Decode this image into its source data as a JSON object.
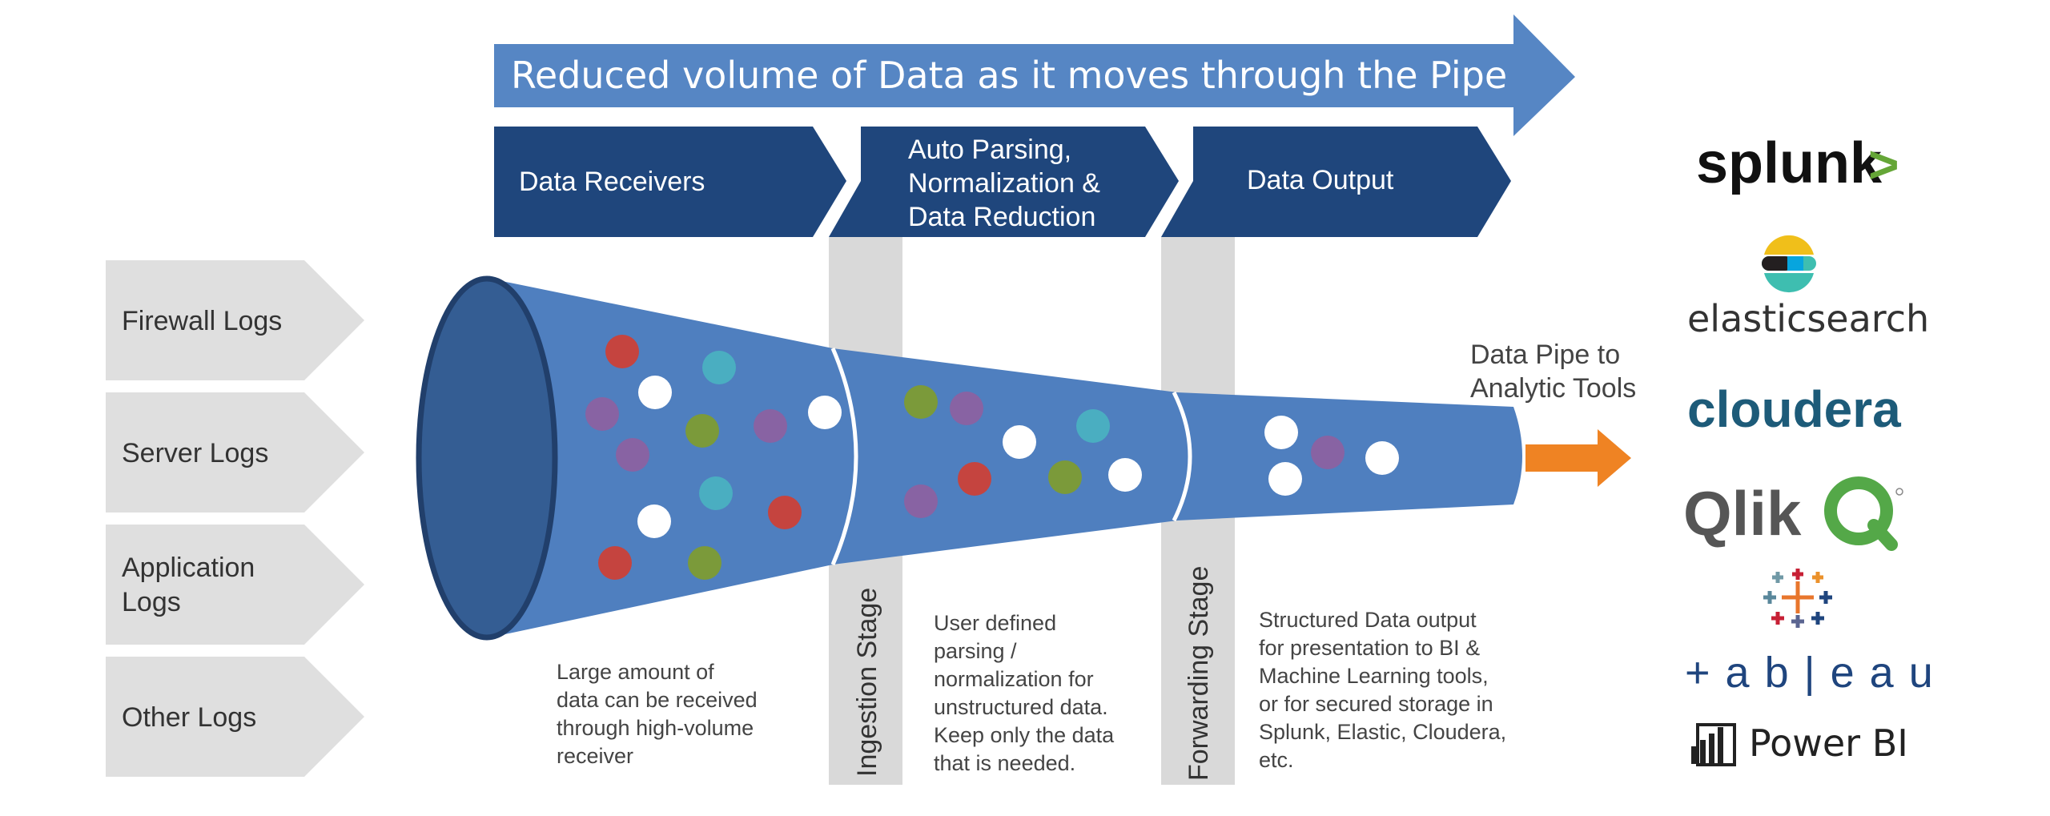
{
  "banner": {
    "text": "Reduced volume of Data as it moves through the Pipe"
  },
  "stages": [
    {
      "lines": [
        "Data Receivers"
      ]
    },
    {
      "lines": [
        "Auto Parsing,",
        "Normalization &",
        "Data Reduction"
      ]
    },
    {
      "lines": [
        "Data Output"
      ]
    }
  ],
  "log_sources": [
    {
      "lines": [
        "Firewall Logs"
      ]
    },
    {
      "lines": [
        "Server Logs"
      ]
    },
    {
      "lines": [
        "Application",
        "Logs"
      ]
    },
    {
      "lines": [
        "Other Logs"
      ]
    }
  ],
  "vertical_labels": {
    "ingestion": "Ingestion Stage",
    "forwarding": "Forwarding  Stage"
  },
  "descriptions": {
    "receivers": [
      "Large amount of",
      "data can be received",
      "through high-volume",
      "receiver"
    ],
    "parsing": [
      "User defined",
      "parsing /",
      "normalization for",
      "unstructured data.",
      "Keep only the data",
      "that is needed."
    ],
    "output": [
      "Structured Data output",
      "for presentation to BI &",
      "Machine Learning  tools,",
      "or for secured storage in",
      "Splunk, Elastic, Cloudera,",
      "etc."
    ]
  },
  "pipe_label": [
    "Data Pipe to",
    "Analytic Tools"
  ],
  "tools": {
    "splunk": "splunk",
    "splunk_mark": ">",
    "elasticsearch": "elasticsearch",
    "cloudera": "cloudera",
    "qlik": "Qlik",
    "tableau": "+ a b | e a u",
    "powerbi": "Power BI"
  },
  "colors": {
    "banner": "#5686c4",
    "stage_chevron": "#1f467c",
    "funnel": "#4f7fbf",
    "funnel_mouth": "#345d93",
    "funnel_rim": "#213f6b",
    "log_chevron": "#dfdfdf",
    "stage_band": "#d9d9d9",
    "arrow": "#ef8323",
    "dot_red": "#c5443f",
    "dot_teal": "#4aaec1",
    "dot_purple": "#8863a3",
    "dot_green": "#7b9a3a",
    "dot_white": "#ffffff"
  }
}
